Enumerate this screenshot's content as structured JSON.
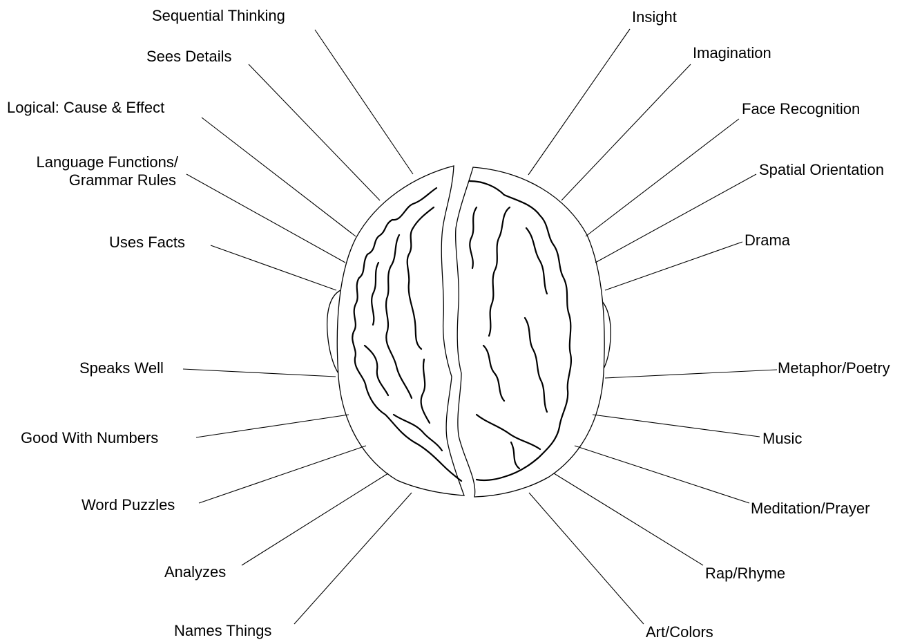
{
  "left_labels": {
    "sequential_thinking": "Sequential Thinking",
    "sees_details": "Sees Details",
    "logical": "Logical: Cause & Effect",
    "language_line1": "Language Functions/",
    "language_line2": "Grammar Rules",
    "uses_facts": "Uses Facts",
    "speaks_well": "Speaks Well",
    "good_with_numbers": "Good With Numbers",
    "word_puzzles": "Word Puzzles",
    "analyzes": "Analyzes",
    "names_things": "Names Things"
  },
  "right_labels": {
    "insight": "Insight",
    "imagination": "Imagination",
    "face_recognition": "Face Recognition",
    "spatial_orientation": "Spatial Orientation",
    "drama": "Drama",
    "metaphor_poetry": "Metaphor/Poetry",
    "music": "Music",
    "meditation_prayer": "Meditation/Prayer",
    "rap_rhyme": "Rap/Rhyme",
    "art_colors": "Art/Colors"
  }
}
